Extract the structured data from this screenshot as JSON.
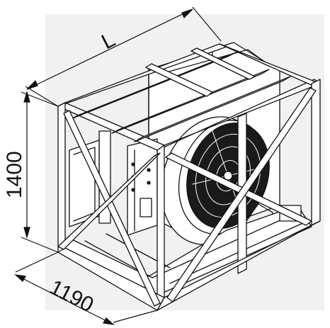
{
  "dimensions": {
    "length_label": "L",
    "height_label": "1400",
    "width_label": "1190"
  },
  "colors": {
    "background": "#ffffff",
    "panel": "#f1f1f1",
    "line": "#111111",
    "fill_dark": "#1a1a1a"
  }
}
